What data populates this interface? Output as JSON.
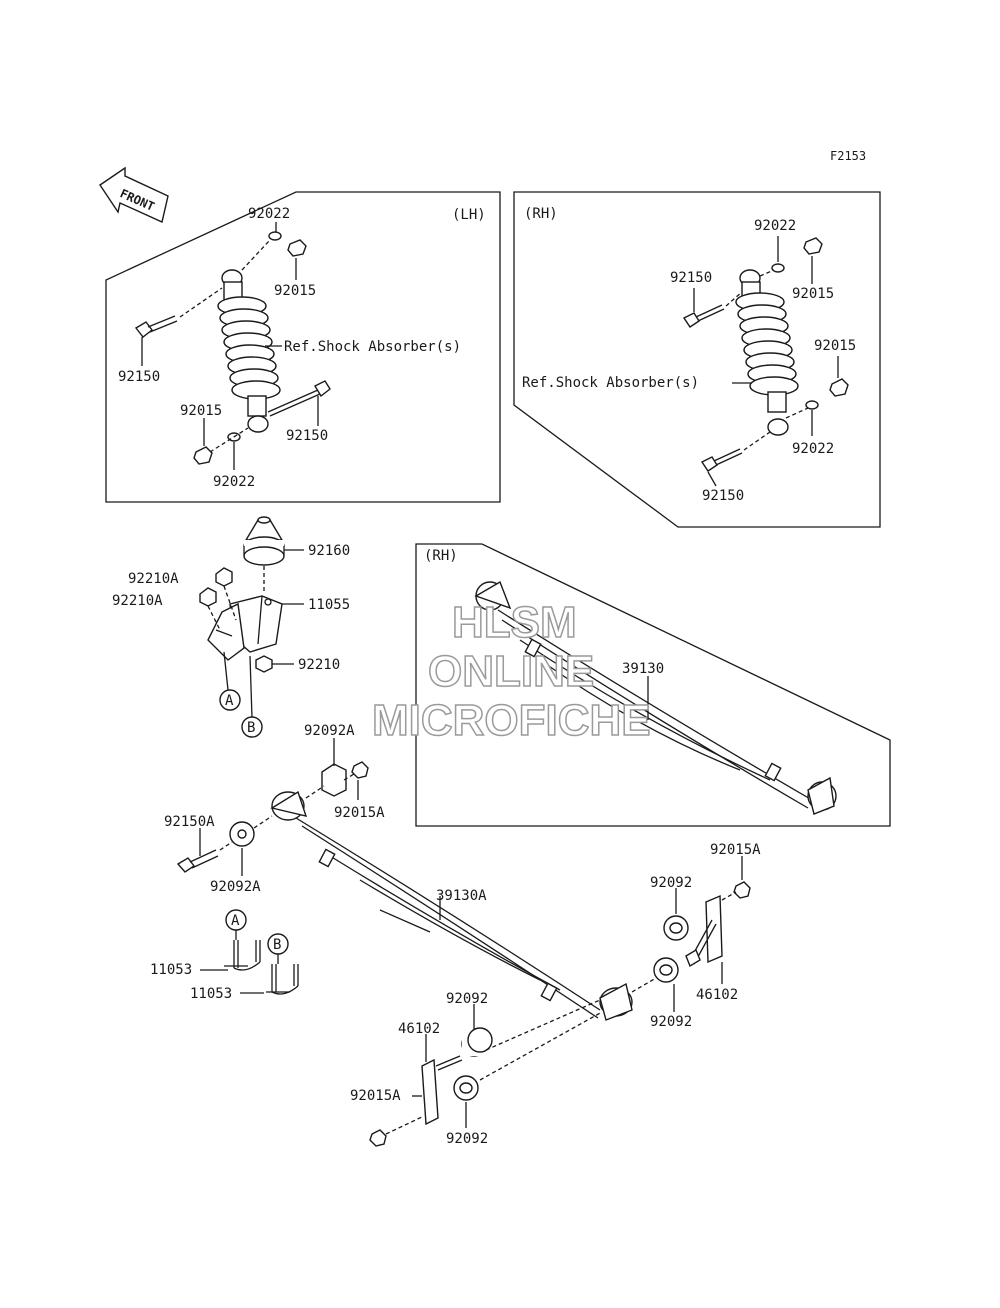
{
  "figure_code": "F2153",
  "front_arrow_label": "FRONT",
  "watermark": [
    "HLSM",
    "ONLINE",
    "MICROFICHE"
  ],
  "lh_box": {
    "side": "(LH)",
    "labels": [
      "92022",
      "92015",
      "92150",
      "Ref.Shock Absorber(s)",
      "92015",
      "92150",
      "92022"
    ]
  },
  "rh_box": {
    "side": "(RH)",
    "labels": [
      "92022",
      "92150",
      "92015",
      "92015",
      "Ref.Shock Absorber(s)",
      "92022",
      "92150"
    ]
  },
  "rh_spring_box": {
    "side": "(RH)",
    "labels": [
      "39130"
    ]
  },
  "bracket_labels": [
    "92160",
    "92210A",
    "92210A",
    "11055",
    "92210"
  ],
  "ref_markers": [
    "A",
    "B",
    "A",
    "B"
  ],
  "spring_labels": [
    "92092A",
    "92015A",
    "92150A",
    "92092A",
    "39130A",
    "92015A",
    "92092",
    "46102",
    "92092",
    "11053",
    "11053",
    "92092",
    "46102",
    "92015A",
    "92092"
  ]
}
